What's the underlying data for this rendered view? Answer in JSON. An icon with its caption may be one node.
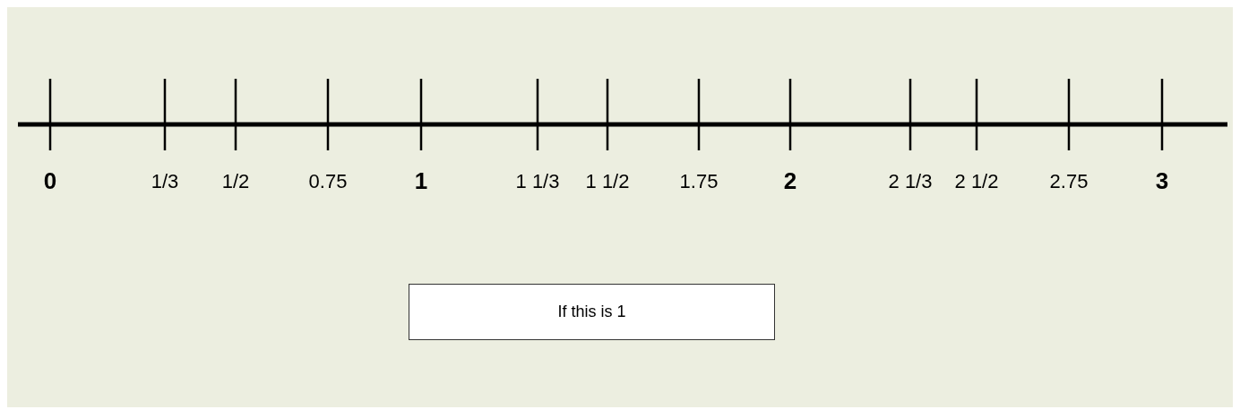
{
  "diagram": {
    "nodes": [
      {
        "text": [
          "If this is 1"
        ]
      }
    ],
    "edges": [],
    "labels": [
      "0",
      "1/3",
      "1/2",
      "0.75",
      "1",
      "1 1/3",
      "1 1/2",
      "1.75",
      "2",
      "2 1/3",
      "2 1/2",
      "2.75",
      "3"
    ]
  }
}
